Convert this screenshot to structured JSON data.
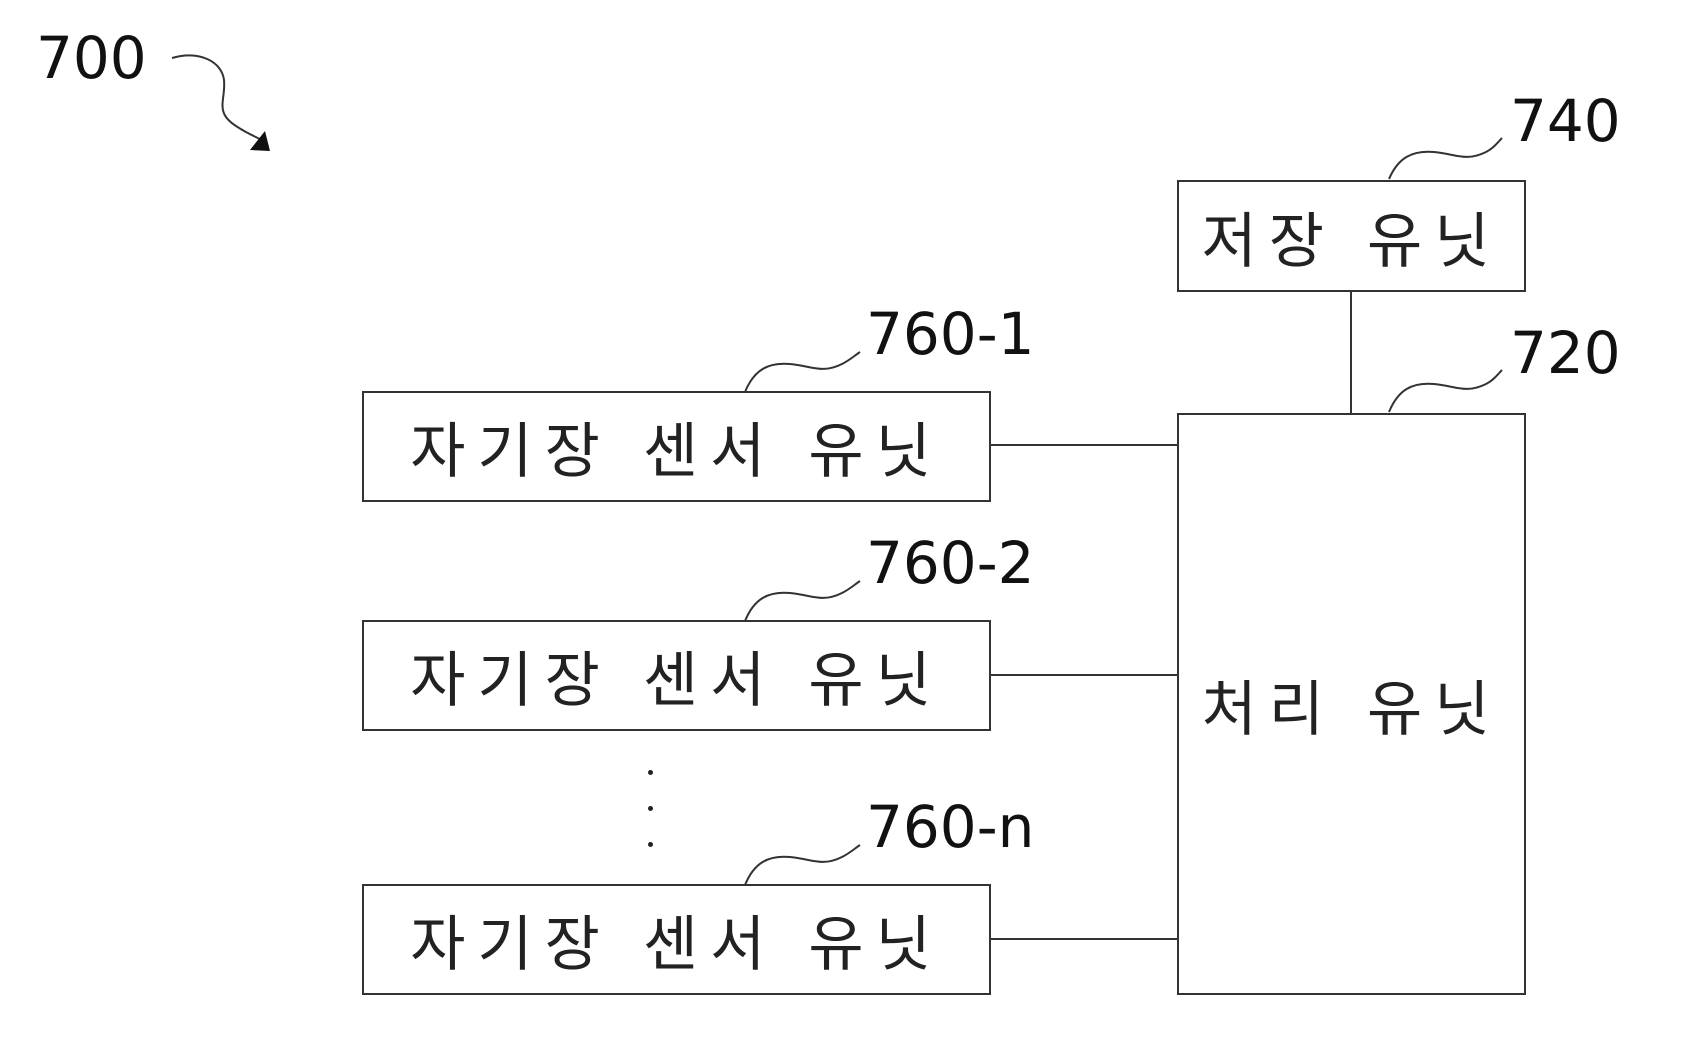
{
  "figure": {
    "ref": "700",
    "storage": {
      "ref": "740",
      "label": "저장 유닛"
    },
    "processor": {
      "ref": "720",
      "label": "처리 유닛"
    },
    "sensors": [
      {
        "ref": "760-1",
        "label": "자기장 센서 유닛"
      },
      {
        "ref": "760-2",
        "label": "자기장 센서 유닛"
      },
      {
        "ref": "760-n",
        "label": "자기장 센서 유닛"
      }
    ]
  }
}
